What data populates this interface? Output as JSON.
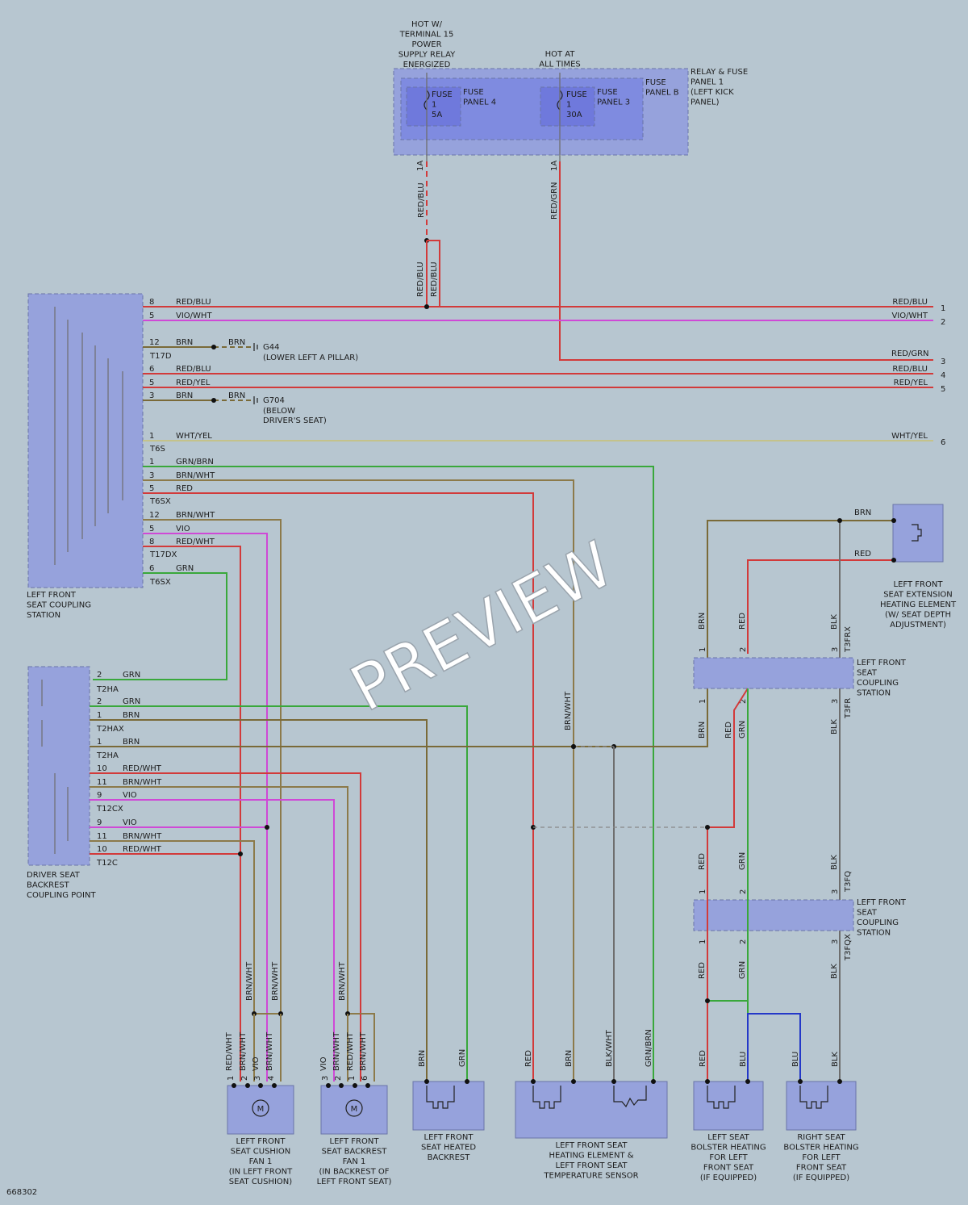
{
  "diagram_id": "668302",
  "watermark": "PREVIEW",
  "colors": {
    "background": "#b7c6d0",
    "panel_fill": "#96a2dc",
    "panel_inner": "#7f8be0",
    "fuse_fill": "#6f79dc",
    "RED": "#d23a3a",
    "GRN": "#39a83b",
    "BRN": "#7a6a38",
    "BRN_WHT": "#8c7a4a",
    "VIO": "#cf49d6",
    "BLK": "#6e6e6e",
    "BLU": "#2438c8",
    "WHT_YEL": "#c4c28a"
  },
  "supply": {
    "hot_terminal15": [
      "HOT W/",
      "TERMINAL 15",
      "POWER",
      "SUPPLY RELAY",
      "ENERGIZED"
    ],
    "hot_always": [
      "HOT AT",
      "ALL TIMES"
    ],
    "relay_panel": [
      "RELAY & FUSE",
      "PANEL 1",
      "(LEFT KICK",
      "PANEL)"
    ],
    "fuse_panel_b": [
      "FUSE",
      "PANEL B"
    ],
    "fuse1": [
      "FUSE",
      "1",
      "5A"
    ],
    "fuse1_panel": [
      "FUSE",
      "PANEL 4"
    ],
    "fuse2": [
      "FUSE",
      "1",
      "30A"
    ],
    "fuse2_panel": [
      "FUSE",
      "PANEL 3"
    ],
    "pin_1a": "1A",
    "wire_redblu": "RED/BLU",
    "wire_redgrn": "RED/GRN"
  },
  "station_left": {
    "label": [
      "LEFT FRONT",
      "SEAT COUPLING",
      "STATION"
    ],
    "connectors": [
      "T17D",
      "T6S",
      "T6SX",
      "T17DX",
      "T6SX"
    ]
  },
  "main_wires": [
    {
      "pin": "8",
      "color": "RED/BLU",
      "end": "1"
    },
    {
      "pin": "5",
      "color": "VIO/WHT",
      "end": "2"
    },
    {
      "pin": "12",
      "color": "BRN",
      "ground_color": "BRN",
      "ground": "G44",
      "ground_desc": "(LOWER LEFT A PILLAR)"
    },
    {
      "color": "RED/GRN",
      "end": "3"
    },
    {
      "pin": "6",
      "color": "RED/BLU",
      "end": "4"
    },
    {
      "pin": "5",
      "color": "RED/YEL",
      "end": "5"
    },
    {
      "pin": "3",
      "color": "BRN",
      "ground_color": "BRN",
      "ground": "G704",
      "ground_desc": [
        "(BELOW",
        "DRIVER'S SEAT)"
      ]
    },
    {
      "pin": "1",
      "color": "WHT/YEL",
      "end": "6"
    }
  ],
  "t6sx_wires": [
    {
      "pin": "1",
      "color": "GRN/BRN"
    },
    {
      "pin": "3",
      "color": "BRN/WHT"
    },
    {
      "pin": "5",
      "color": "RED"
    }
  ],
  "t17dx_wires": [
    {
      "pin": "12",
      "color": "BRN/WHT"
    },
    {
      "pin": "5",
      "color": "VIO"
    },
    {
      "pin": "8",
      "color": "RED/WHT"
    }
  ],
  "t6sx_b_wire": {
    "pin": "6",
    "color": "GRN"
  },
  "backrest": {
    "label": [
      "DRIVER SEAT",
      "BACKREST",
      "COUPLING POINT"
    ],
    "connectors": [
      "T2HA",
      "T2HAX",
      "T2HA",
      "T12CX",
      "T12C"
    ],
    "wires": [
      {
        "pin": "2",
        "color": "GRN"
      },
      {
        "pin": "2",
        "color": "GRN"
      },
      {
        "pin": "1",
        "color": "BRN"
      },
      {
        "pin": "1",
        "color": "BRN"
      },
      {
        "pin": "10",
        "color": "RED/WHT"
      },
      {
        "pin": "11",
        "color": "BRN/WHT"
      },
      {
        "pin": "9",
        "color": "VIO"
      },
      {
        "pin": "9",
        "color": "VIO"
      },
      {
        "pin": "11",
        "color": "BRN/WHT"
      },
      {
        "pin": "10",
        "color": "RED/WHT"
      }
    ]
  },
  "right_side": {
    "ext_label": [
      "LEFT FRONT",
      "SEAT EXTENSION",
      "HEATING ELEMENT",
      "(W/ SEAT DEPTH",
      "ADJUSTMENT)"
    ],
    "ext_wire_brn": "BRN",
    "ext_wire_red": "RED",
    "station_label": [
      "LEFT FRONT",
      "SEAT",
      "COUPLING",
      "STATION"
    ],
    "conn_t3frx": "T3FRX",
    "conn_t3fr": "T3FR",
    "conn_t3fq": "T3FQ",
    "conn_t3fqx": "T3FQX",
    "v_brn": "BRN",
    "v_red": "RED",
    "v_grn": "GRN",
    "v_blk": "BLK",
    "v_blu": "BLU",
    "pins": [
      "1",
      "2",
      "3"
    ]
  },
  "components": [
    {
      "label": [
        "LEFT FRONT",
        "SEAT CUSHION",
        "FAN 1",
        "(IN LEFT FRONT",
        "SEAT CUSHION)"
      ],
      "pins": [
        {
          "n": "1",
          "c": "RED/WHT"
        },
        {
          "n": "2",
          "c": "BRN/WHT"
        },
        {
          "n": "3",
          "c": "VIO"
        },
        {
          "n": "4",
          "c": "BRN/WHT"
        }
      ]
    },
    {
      "label": [
        "LEFT FRONT",
        "SEAT BACKREST",
        "FAN 1",
        "(IN BACKREST OF",
        "LEFT FRONT SEAT)"
      ],
      "pins": [
        {
          "n": "3",
          "c": "VIO"
        },
        {
          "n": "2",
          "c": "BRN/WHT"
        },
        {
          "n": "1",
          "c": "RED/WHT"
        },
        {
          "n": "6",
          "c": "BRN/WHT"
        }
      ]
    },
    {
      "label": [
        "LEFT FRONT",
        "SEAT HEATED",
        "BACKREST"
      ],
      "pins": [
        {
          "c": "BRN"
        },
        {
          "c": "GRN"
        }
      ]
    },
    {
      "label": [
        "LEFT FRONT SEAT",
        "HEATING ELEMENT &",
        "LEFT FRONT SEAT",
        "TEMPERATURE SENSOR"
      ],
      "pins": [
        {
          "c": "RED"
        },
        {
          "c": "BRN"
        },
        {
          "c": "BLK/WHT"
        },
        {
          "c": "GRN/BRN"
        }
      ]
    },
    {
      "label": [
        "LEFT SEAT",
        "BOLSTER HEATING",
        "FOR LEFT",
        "FRONT SEAT",
        "(IF EQUIPPED)"
      ],
      "pins": [
        {
          "c": "RED"
        },
        {
          "c": "BLU"
        }
      ]
    },
    {
      "label": [
        "RIGHT SEAT",
        "BOLSTER HEATING",
        "FOR LEFT",
        "FRONT SEAT",
        "(IF EQUIPPED)"
      ],
      "pins": [
        {
          "c": "BLU"
        },
        {
          "c": "BLK"
        }
      ]
    }
  ],
  "mid_labels": {
    "brnwht": "BRN/WHT",
    "brnwht2": "BRN/WHT"
  }
}
